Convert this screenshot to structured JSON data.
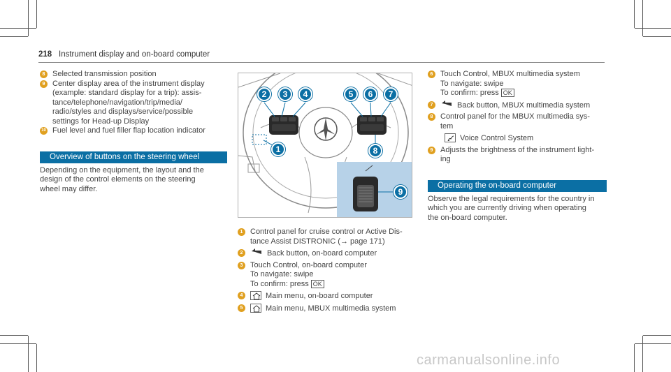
{
  "header": {
    "page_number": "218",
    "title": "Instrument display and on-board computer"
  },
  "left_column": {
    "items": [
      {
        "badge": "8",
        "lines": [
          "Selected transmission position"
        ]
      },
      {
        "badge": "9",
        "lines": [
          "Center display area of the instrument display",
          "(example: standard display for a trip): assis-",
          "tance/telephone/navigation/trip/media/",
          "radio/styles and displays/service/possible",
          "settings for Head-up Display"
        ]
      },
      {
        "badge": "10",
        "lines": [
          "Fuel level and fuel filler flap location indicator"
        ]
      }
    ],
    "section_title": "Overview of buttons on the steering wheel",
    "paragraph": [
      "Depending on the equipment, the layout and the",
      "design of the control elements on the steering",
      "wheel may differ."
    ]
  },
  "figure": {
    "callouts": [
      "1",
      "2",
      "3",
      "4",
      "5",
      "6",
      "7",
      "8",
      "9"
    ]
  },
  "middle_column": {
    "item1": {
      "badge": "1",
      "line1": "Control panel for cruise control or Active Dis-",
      "line2": "tance Assist DISTRONIC (",
      "page_ref": "page 171",
      "line2_end": ")"
    },
    "item2": {
      "badge": "2",
      "text": "Back button, on-board computer"
    },
    "item3": {
      "badge": "3",
      "text": "Touch Control, on-board computer",
      "sub1": "To navigate: swipe",
      "sub2": "To confirm: press",
      "ok": "OK"
    },
    "item4": {
      "badge": "4",
      "text": "Main menu, on-board computer"
    },
    "item5": {
      "badge": "5",
      "text": "Main menu, MBUX multimedia system"
    }
  },
  "right_column": {
    "item6": {
      "badge": "6",
      "text": "Touch Control, MBUX multimedia system",
      "sub1": "To navigate: swipe",
      "sub2": "To confirm: press",
      "ok": "OK"
    },
    "item7": {
      "badge": "7",
      "text": "Back button, MBUX multimedia system"
    },
    "item8": {
      "badge": "8",
      "line1": "Control panel for the MBUX multimedia sys-",
      "line2": "tem",
      "sub": "Voice Control System"
    },
    "item9": {
      "badge": "9",
      "line1": "Adjusts the brightness of the instrument light-",
      "line2": "ing"
    },
    "section_title": "Operating the on-board computer",
    "paragraph": [
      "Observe the legal requirements for the country in",
      "which you are currently driving when operating",
      "the on-board computer."
    ]
  },
  "watermark": "carmanualsonline.info",
  "colors": {
    "badge": "#e0a020",
    "section_bar": "#0b6fa4",
    "callout": "#0b6fa4",
    "inset": "#b7d2e8"
  }
}
